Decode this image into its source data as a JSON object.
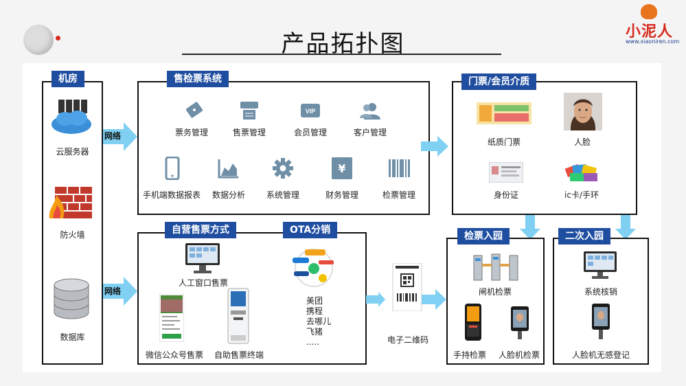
{
  "title": "产品拓扑图",
  "logo": {
    "text": "小泥人",
    "sub": "www.xiaoniren.com"
  },
  "jifang": {
    "title": "机房",
    "items": [
      {
        "label": "云服务器"
      },
      {
        "label": "防火墙"
      },
      {
        "label": "数据库"
      }
    ]
  },
  "network_labels": [
    "网络",
    "网络"
  ],
  "shoujian": {
    "title": "售检票系统",
    "items": [
      {
        "label": "票务管理"
      },
      {
        "label": "售票管理"
      },
      {
        "label": "会员管理"
      },
      {
        "label": "客户管理"
      },
      {
        "label": "手机端数据报表"
      },
      {
        "label": "数据分析"
      },
      {
        "label": "系统管理"
      },
      {
        "label": "财务管理"
      },
      {
        "label": "检票管理"
      }
    ]
  },
  "menpiao": {
    "title": "门票/会员介质",
    "items": [
      {
        "label": "纸质门票"
      },
      {
        "label": "人脸"
      },
      {
        "label": "身份证"
      },
      {
        "label": "ic卡/手环"
      }
    ]
  },
  "ziying": {
    "title": "自营售票方式",
    "items": [
      {
        "label": "人工窗口售票"
      },
      {
        "label": "微信公众号售票"
      },
      {
        "label": "自助售票终端"
      }
    ]
  },
  "ota": {
    "title": "OTA分销",
    "list": [
      "美团",
      "携程",
      "去哪儿",
      "飞猪",
      "....."
    ]
  },
  "qrcode": {
    "label": "电子二维码"
  },
  "jianpiao": {
    "title": "检票入园",
    "items": [
      {
        "label": "闸机检票"
      },
      {
        "label": "手持检票"
      },
      {
        "label": "人脸机检票"
      }
    ]
  },
  "erci": {
    "title": "二次入园",
    "items": [
      {
        "label": "系统核销"
      },
      {
        "label": "人脸机无感登记"
      }
    ]
  },
  "colors": {
    "header": "#1f4ea1",
    "icon": "#6f8fa6",
    "arrow": "#7fd0f2"
  }
}
